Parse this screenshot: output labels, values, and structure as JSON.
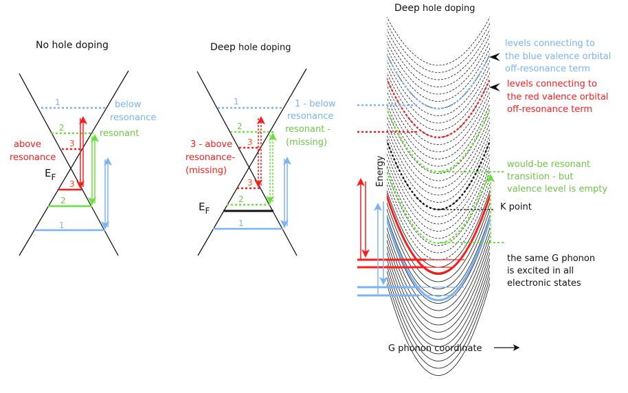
{
  "colors": {
    "blue": "#7ab3f5",
    "red": "#ff1a1a",
    "green": "#66e23a",
    "green_text": "#6ec547",
    "black": "#111111"
  },
  "panel1": {
    "title": "No hole doping",
    "ef": "E",
    "ef_sub": "F",
    "levels": {
      "upper1": "1",
      "upper2": "2",
      "upper3": "3",
      "lower3": "3",
      "lower2": "2",
      "lower1": "1"
    },
    "labels": {
      "below1": "below",
      "below2": "resonance",
      "resonant": "resonant",
      "above1": "above",
      "above2": "resonance"
    }
  },
  "panel2": {
    "title_bold": "Deep",
    "title_rest": " hole doping",
    "ef": "E",
    "ef_sub": "F",
    "levels": {
      "upper1": "1",
      "upper2": "2",
      "upper3": "3",
      "lower3": "3",
      "lower2": "2",
      "lower1": "1"
    },
    "labels": {
      "below1": "1 - below",
      "below2": "resonance",
      "resonant1": "resonant -",
      "resonant2": "(missing)",
      "above1": "3 - above",
      "above2": "resonance-",
      "above3": "(missing)"
    }
  },
  "panel3": {
    "title_bold": "Deep",
    "title_rest": " hole doping",
    "energy_label": "Energy",
    "x_label": "G phonon coordinate",
    "blue_note": [
      "levels connecting to",
      "the blue valence orbital",
      "off-resonance term"
    ],
    "red_note": [
      "levels connecting to",
      "the red valence orbital",
      "off-resonance term"
    ],
    "green_note": [
      "would-be resonant",
      "transition - but",
      "valence level is empty"
    ],
    "k_point": "K point",
    "phonon_note": [
      "the same G phonon",
      "is excited in all",
      "electronic states"
    ]
  }
}
